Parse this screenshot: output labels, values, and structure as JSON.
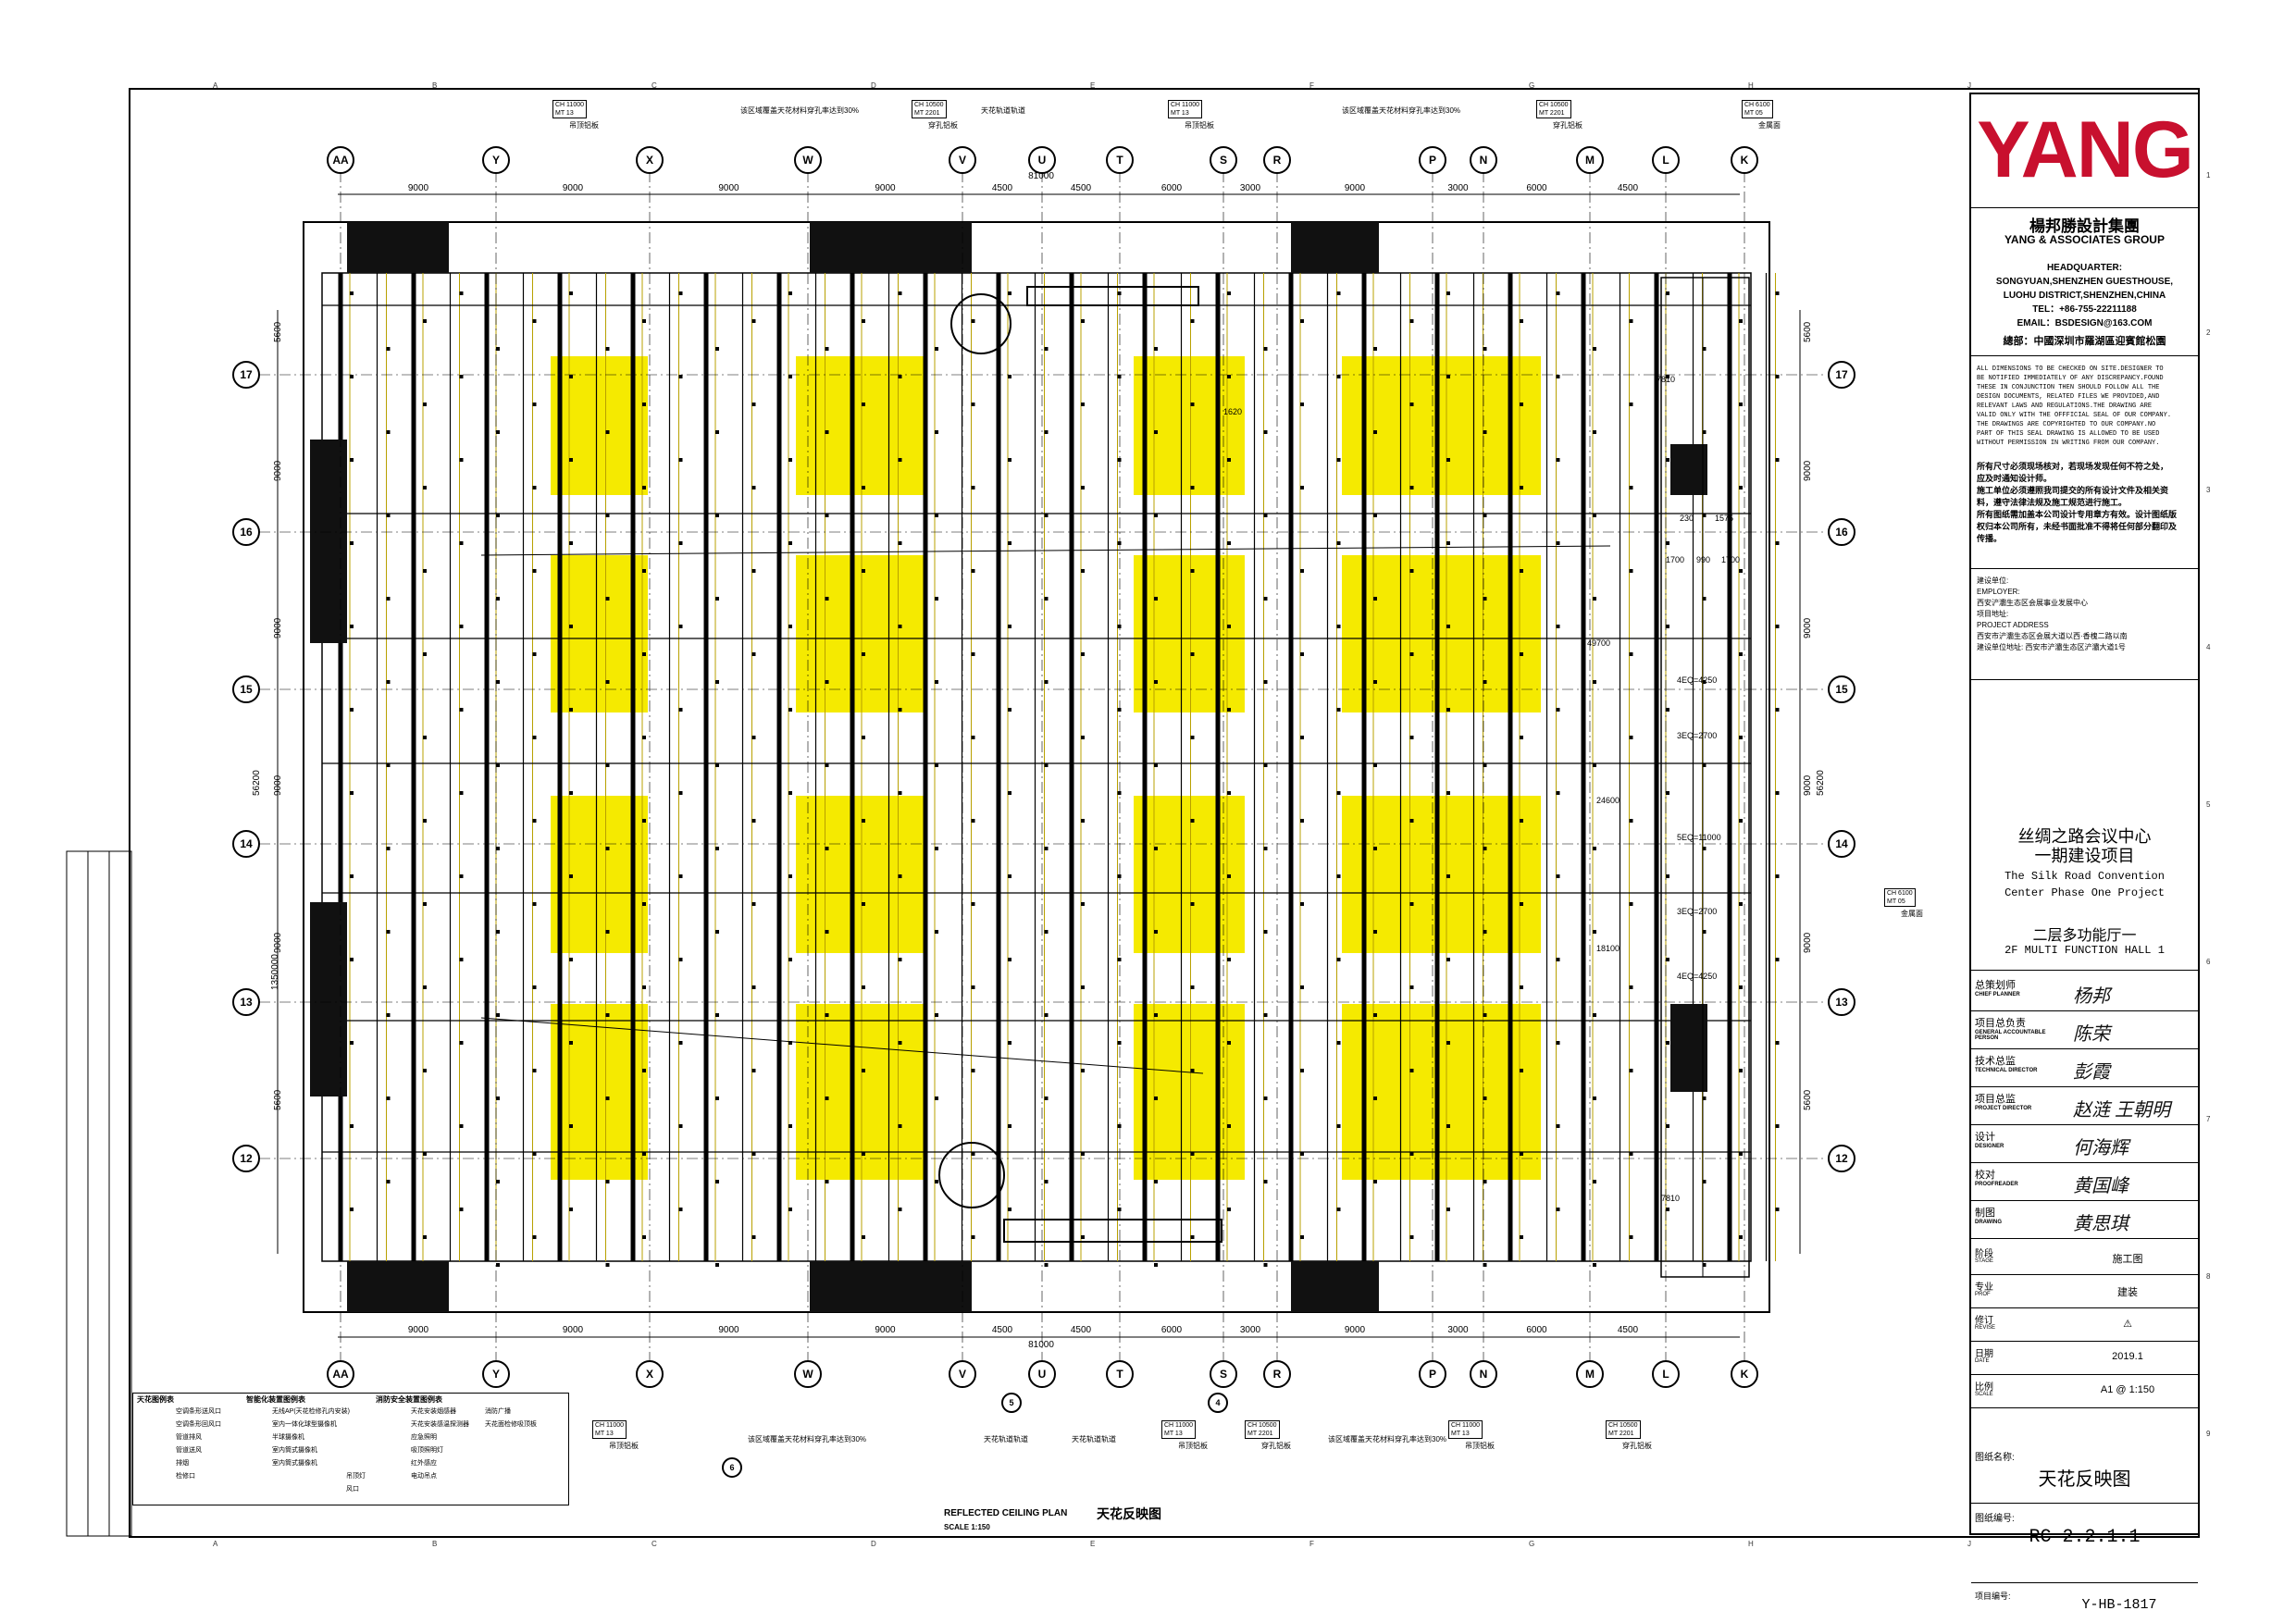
{
  "grid_axes": {
    "columns": [
      "AA",
      "Y",
      "X",
      "W",
      "V",
      "U",
      "T",
      "S",
      "R",
      "P",
      "N",
      "M",
      "L",
      "K"
    ],
    "rows": [
      "17",
      "16",
      "15",
      "14",
      "13",
      "12"
    ]
  },
  "dimensions": {
    "top_spacing": [
      "9000",
      "9000",
      "9000",
      "9000",
      "4500",
      "4500",
      "6000",
      "3000",
      "9000",
      "3000",
      "6000",
      "4500"
    ],
    "overall_width": "81000",
    "left_spacing": [
      "5600",
      "9000",
      "9000",
      "9000",
      "9000",
      "5600"
    ],
    "overall_height": "56200",
    "left_mid": "1350000"
  },
  "callouts_top": {
    "ch_boxes": [
      {
        "ch": "CH 11000",
        "mt": "MT 13",
        "label": "吊顶铝板"
      },
      {
        "ch": "CH 10500",
        "mt": "MT 2201",
        "label": "穿孔铝板"
      },
      {
        "ch": "CH 11000",
        "mt": "MT 13",
        "label": "吊顶铝板"
      },
      {
        "ch": "CH 10500",
        "mt": "MT 2201",
        "label": "穿孔铝板"
      },
      {
        "ch": "CH 6100",
        "mt": "MT 05",
        "label": "金属面"
      }
    ],
    "notes": [
      "该区域覆盖天花材料穿孔率达到30%",
      "天花轨道轨道",
      "该区域覆盖天花材料穿孔率达到30%"
    ]
  },
  "callouts_bottom": {
    "ch_boxes": [
      {
        "ch": "CH 11000",
        "mt": "MT 13",
        "label": "吊顶铝板"
      },
      {
        "ch": "CH 11000",
        "mt": "MT 13",
        "label": "吊顶铝板"
      },
      {
        "ch": "CH 10500",
        "mt": "MT 2201",
        "label": "穿孔铝板"
      },
      {
        "ch": "CH 11000",
        "mt": "MT 13",
        "label": "吊顶铝板"
      },
      {
        "ch": "CH 10500",
        "mt": "MT 2201",
        "label": "穿孔铝板"
      }
    ],
    "notes": [
      "该区域覆盖天花材料穿孔率达到30%",
      "天花轨道轨道",
      "天花轨道轨道",
      "该区域覆盖天花材料穿孔率达到30%"
    ],
    "section_marks": [
      "6",
      "5",
      "4"
    ]
  },
  "callout_right": {
    "ch": "CH 6100",
    "mt": "MT 05",
    "label": "金属面"
  },
  "right_dims": [
    "7810",
    "1620",
    "49700",
    "24600",
    "18100",
    "7810",
    "1700",
    "990",
    "1700",
    "4EQ=4250",
    "3EQ=2700",
    "5EQ=11000",
    "3EQ=2700",
    "4EQ=4250",
    "230",
    "1575"
  ],
  "legend": {
    "col1_title": "天花图例表",
    "col2_title": "智能化装置图例表",
    "col3_title": "消防安全装置图例表",
    "col1": [
      "空调条形送风口",
      "空调条形回风口",
      "管道排风",
      "管道送风",
      "排烟",
      "检修口"
    ],
    "col2": [
      "无线AP(天花检修孔内安装)",
      "室内一体化球型摄像机",
      "半球摄像机",
      "室内筒式摄像机",
      "室内筒式摄像机"
    ],
    "col3": [
      "天花安装烟感器",
      "天花安装感温探测器",
      "应急照明",
      "吸顶照明灯",
      "红外感应",
      "电动吊点",
      "消防广播",
      "天花面检修吸顶板"
    ],
    "col3_extra": [
      "吊顶灯",
      "风口"
    ]
  },
  "plan_title_en": "REFLECTED CEILING PLAN",
  "plan_title_cn": "天花反映图",
  "plan_scale": "SCALE    1:150",
  "title_block": {
    "logo": "YANG",
    "firm_cn": "楊邦勝設計集團",
    "firm_en": "YANG & ASSOCIATES GROUP",
    "hq": [
      "HEADQUARTER:",
      "SONGYUAN,SHENZHEN GUESTHOUSE,",
      "LUOHU DISTRICT,SHENZHEN,CHINA",
      "TEL：+86-755-22211188",
      "EMAIL：BSDESIGN@163.COM"
    ],
    "hq_cn": "總部：中國深圳市羅湖區迎賓館松園",
    "notes_en": [
      "ALL DIMENSIONS TO BE CHECKED ON SITE.DESIGNER TO",
      "BE NOTIFIED IMMEDIATELY OF ANY DISCREPANCY.FOUND",
      "THESE IN CONJUNCTION THEN SHOULD FOLLOW ALL THE",
      "DESIGN DOCUMENTS, RELATED FILES WE PROVIDED,AND",
      "RELEVANT LAWS AND REGULATIONS.THE DRAWING ARE",
      "VALID ONLY WITH THE OFFFICIAL SEAL OF OUR COMPANY.",
      "THE DRAWINGS ARE COPYRIGHTED TO OUR COMPANY.NO",
      "PART OF THIS SEAL DRAWING IS ALLOWED TO BE USED",
      "WITHOUT PERMISSION IN WRITING FROM OUR COMPANY."
    ],
    "notes_cn": [
      "所有尺寸必须现场核对，若现场发现任何不符之处，",
      "应及时通知设计师。",
      "施工单位必须遵照我司提交的所有设计文件及相关资",
      "料，遵守法律法规及施工规范进行施工。",
      "所有图纸需加盖本公司设计专用章方有效。设计图纸版",
      "权归本公司所有，未经书面批准不得将任何部分翻印及",
      "传播。"
    ],
    "client": [
      "建设单位:",
      "EMPLOYER:",
      "西安浐灞生态区会展事业发展中心",
      "项目地址:",
      "PROJECT ADDRESS",
      "西安市浐灞生态区会展大道以西·香槐二路以南",
      "建设单位地址: 西安市浐灞生态区浐灞大道1号"
    ],
    "project_cn": [
      "丝绸之路会议中心",
      "一期建设项目"
    ],
    "project_en": [
      "The Silk Road Convention",
      "Center Phase One Project"
    ],
    "hall_cn": "二层多功能厅一",
    "hall_en": "2F MULTI FUNCTION HALL 1",
    "roles": [
      {
        "cn": "总策划师",
        "en": "CHIEF PLANNER",
        "sig": "杨邦"
      },
      {
        "cn": "项目总负责",
        "en": "GENERAL ACCOUNTABLE PERSON",
        "sig": "陈荣"
      },
      {
        "cn": "技术总监",
        "en": "TECHNICAL DIRECTOR",
        "sig": "彭霞"
      },
      {
        "cn": "项目总监",
        "en": "PROJECT DIRECTOR",
        "sig": "赵涟 王朝明"
      },
      {
        "cn": "设计",
        "en": "DESIGNER",
        "sig": "何海辉"
      },
      {
        "cn": "校对",
        "en": "PROOFREADER",
        "sig": "黄国峰"
      },
      {
        "cn": "制图",
        "en": "DRAWING",
        "sig": "黄思琪"
      }
    ],
    "info": [
      {
        "k": "阶段",
        "ke": "STAGE",
        "v": "施工图"
      },
      {
        "k": "专业",
        "ke": "PROF",
        "v": "建装"
      },
      {
        "k": "修订",
        "ke": "REVISE",
        "v": "⚠"
      },
      {
        "k": "日期",
        "ke": "DATE",
        "v": "2019.1"
      },
      {
        "k": "比例",
        "ke": "SCALE",
        "v": "A1 @ 1:150"
      }
    ],
    "drawing_name_label": "图纸名称:",
    "drawing_name": "天花反映图",
    "drawing_no_label": "图纸编号:",
    "drawing_no": "RC 2.2.1.1",
    "project_no_label": "项目编号:",
    "project_no": "Y-HB-1817"
  },
  "border_letters": [
    "A",
    "B",
    "C",
    "D",
    "E",
    "F",
    "G",
    "H",
    "J"
  ],
  "border_numbers": [
    "1",
    "2",
    "3",
    "4",
    "5",
    "6",
    "7",
    "8",
    "9"
  ],
  "colors": {
    "highlight": "#f5ea00",
    "ink": "#000000",
    "brand": "#c8102e"
  }
}
